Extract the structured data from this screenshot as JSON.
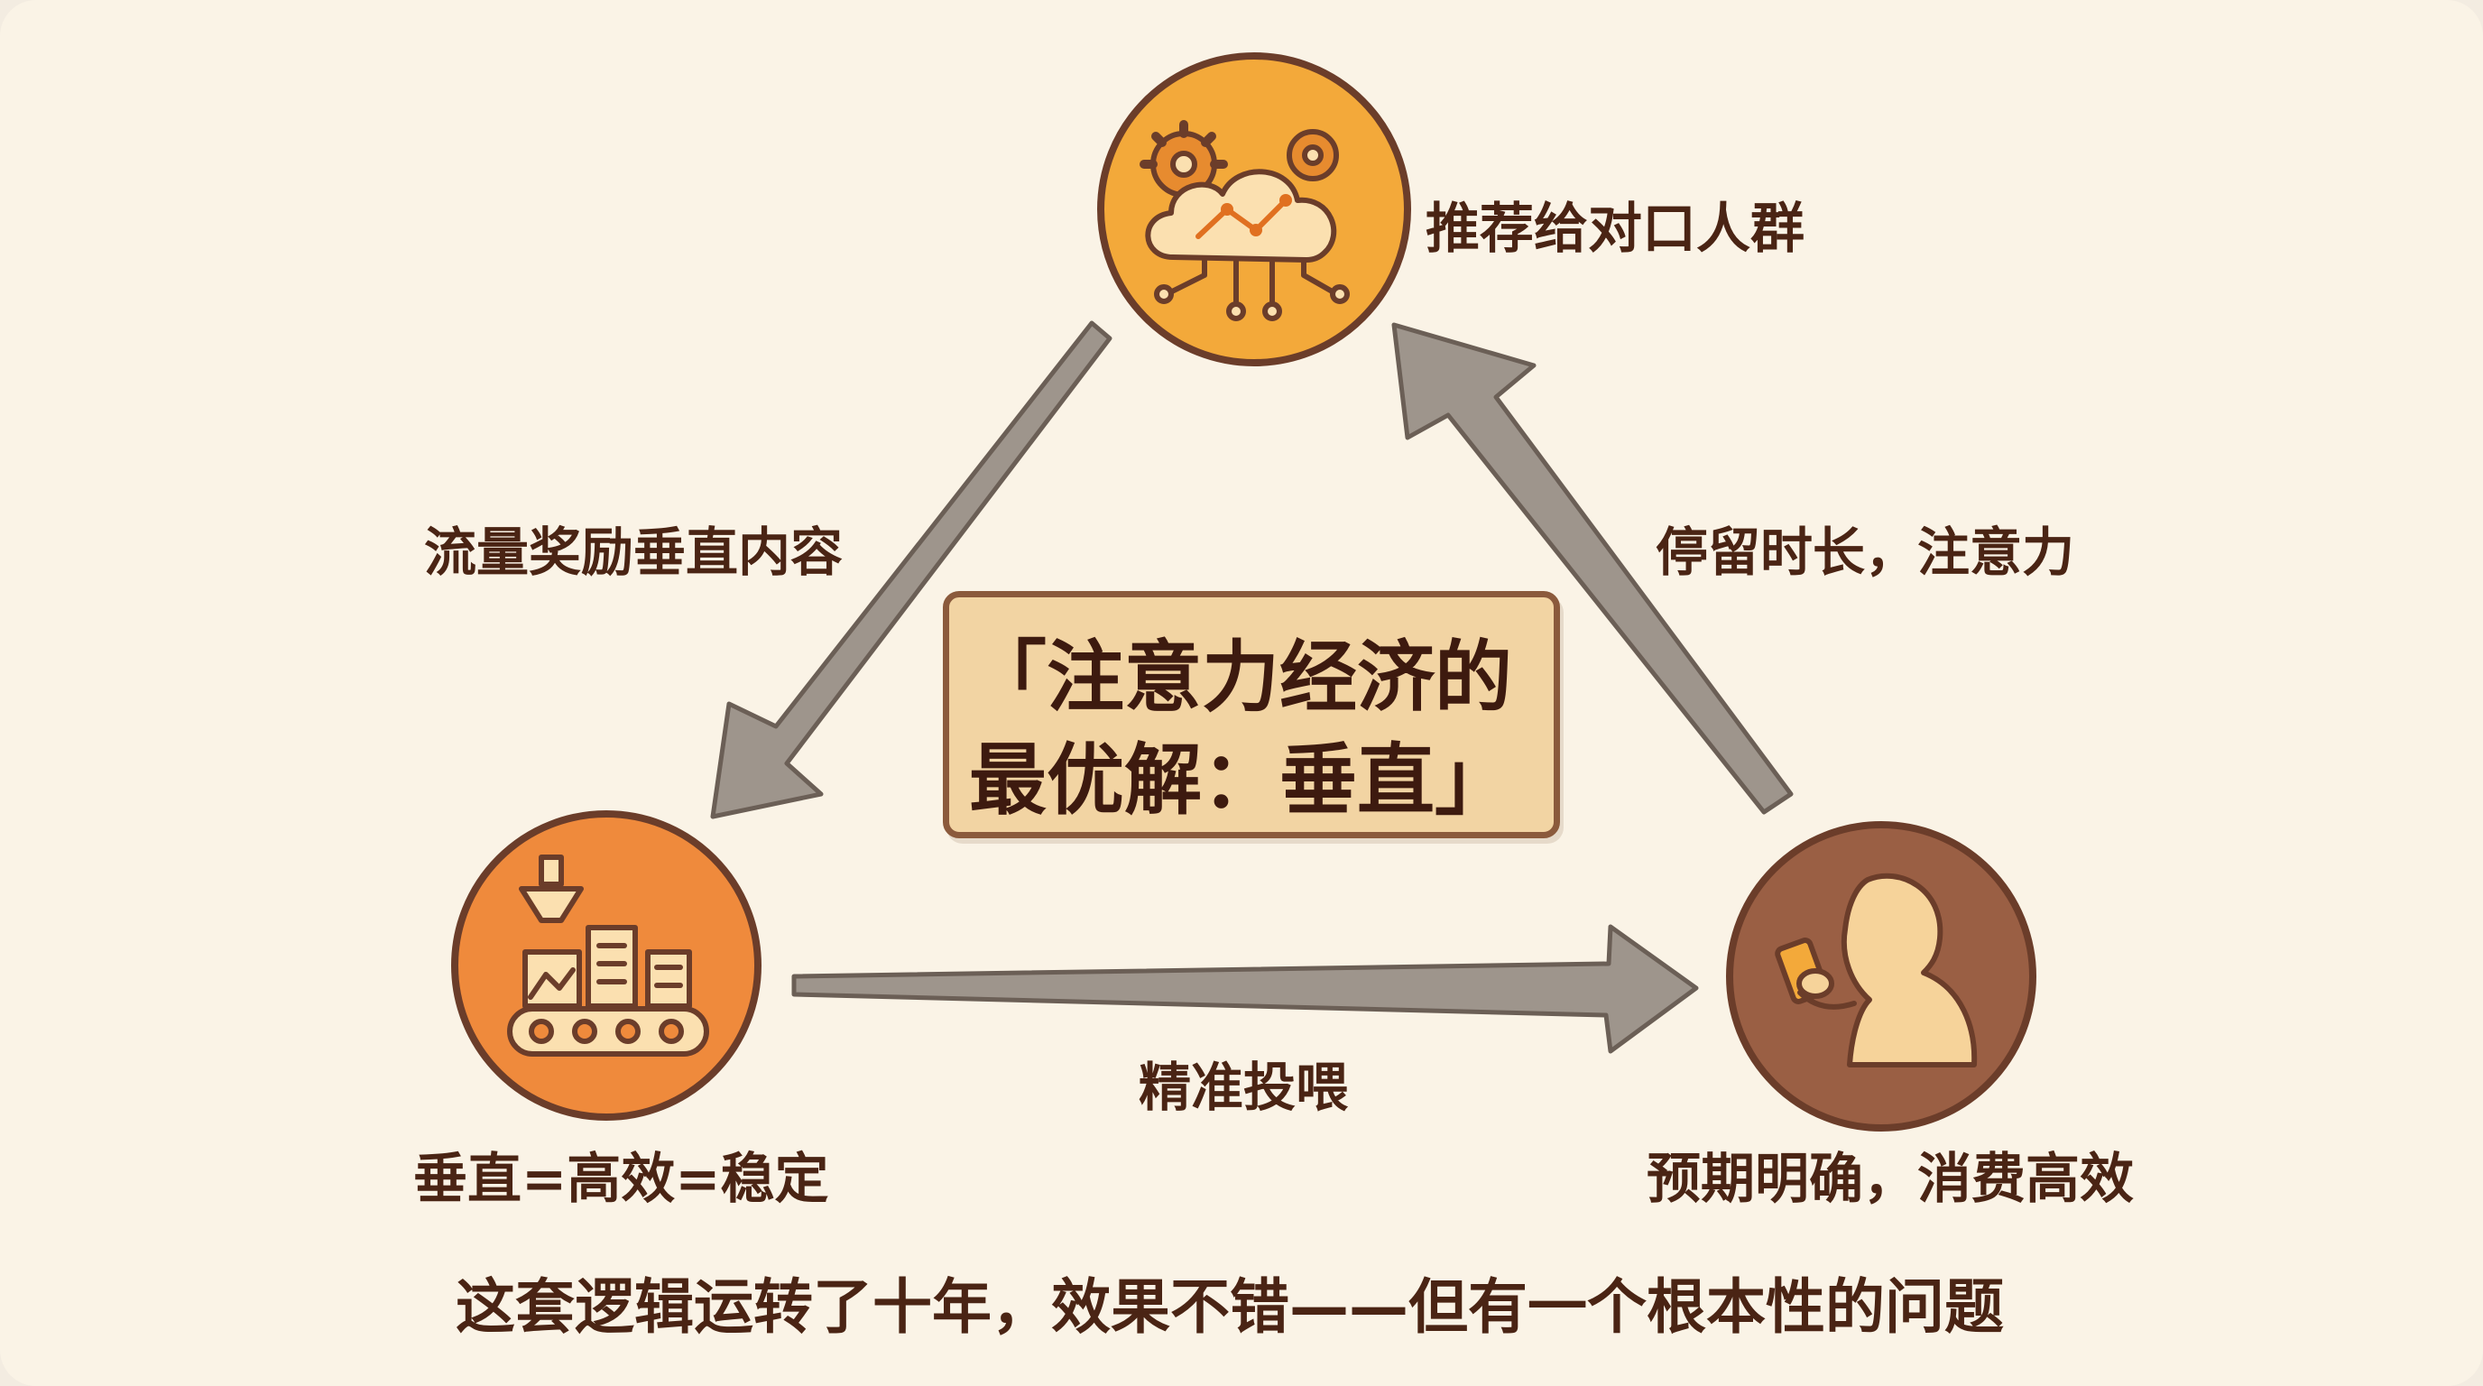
{
  "nodes": [
    {
      "id": "algorithm",
      "caption": "推荐给对口人群",
      "fill": "#f3a93a",
      "icon": "cloud-gears-icon"
    },
    {
      "id": "creator",
      "caption": "垂直=高效=稳定",
      "fill": "#ef8a3c",
      "icon": "conveyor-production-icon"
    },
    {
      "id": "user",
      "caption": "预期明确，消费高效",
      "fill": "#9a5f44",
      "icon": "person-phone-icon"
    }
  ],
  "edges": [
    {
      "from": "algorithm",
      "to": "creator",
      "label": "流量奖励垂直内容"
    },
    {
      "from": "creator",
      "to": "user",
      "label": "精准投喂"
    },
    {
      "from": "user",
      "to": "algorithm",
      "label": "停留时长，注意力"
    }
  ],
  "center": {
    "line1": "「注意力经济的",
    "line2": "最优解：垂直」"
  },
  "footer": "这套逻辑运转了十年，效果不错——但有一个根本性的问题",
  "colors": {
    "background": "#faf3e6",
    "text": "#4a2414",
    "arrow": "#9e958c",
    "outline": "#6b3d2a",
    "center_box": "#f2d4a3"
  }
}
